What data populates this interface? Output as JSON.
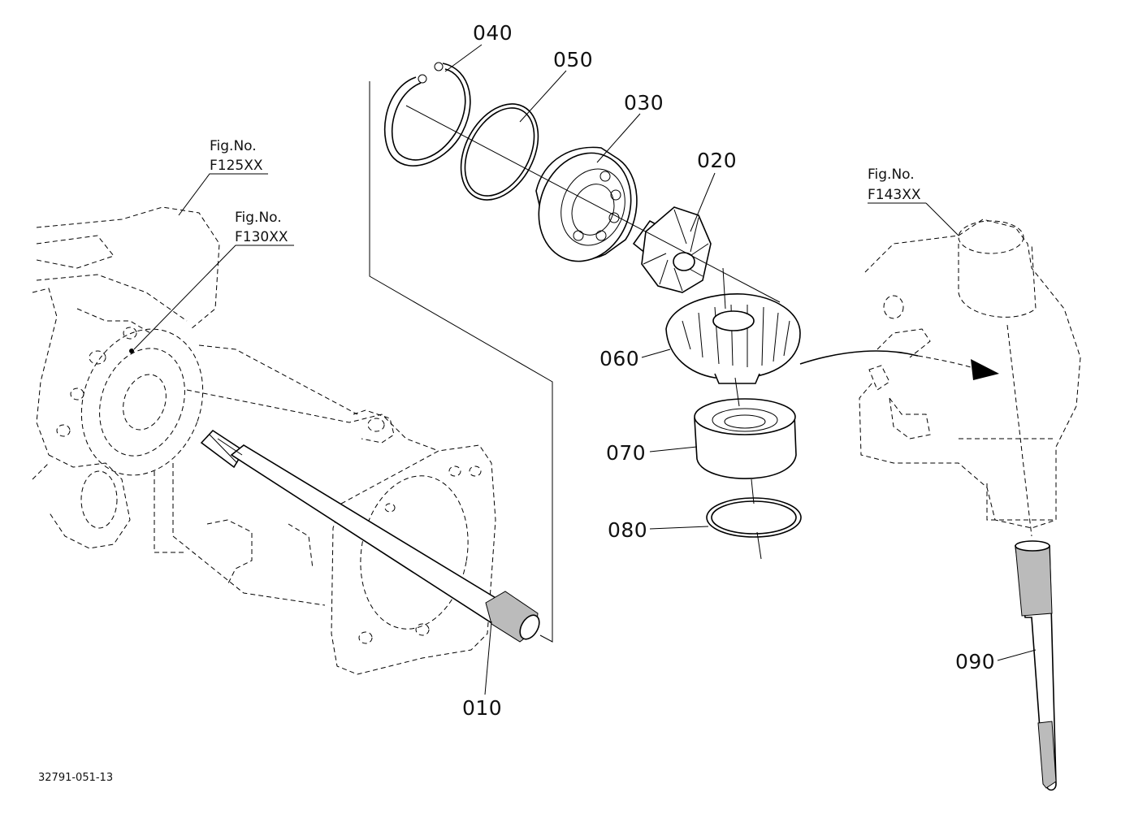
{
  "parts": {
    "p010": "010",
    "p020": "020",
    "p030": "030",
    "p040": "040",
    "p050": "050",
    "p060": "060",
    "p070": "070",
    "p080": "080",
    "p090": "090"
  },
  "figure_refs": {
    "f125": {
      "line1": "Fig.No.",
      "line2": "F125XX"
    },
    "f130": {
      "line1": "Fig.No.",
      "line2": "F130XX"
    },
    "f143": {
      "line1": "Fig.No.",
      "line2": "F143XX"
    }
  },
  "drawing_code": "32791-051-13",
  "colors": {
    "ink": "#000000",
    "paper": "#ffffff",
    "shade": "#bbbbbb"
  }
}
